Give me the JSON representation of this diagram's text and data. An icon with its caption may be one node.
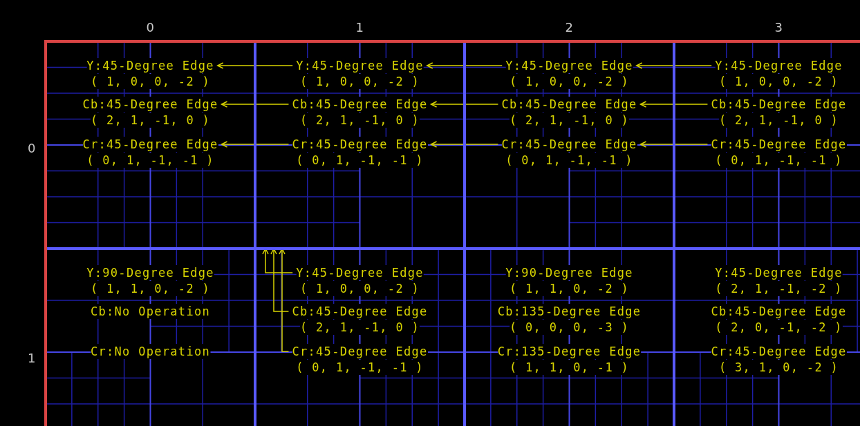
{
  "diagram": {
    "nodes": [
      {
        "text": [],
        "shape": "box"
      },
      {
        "text": [
          "Y:45-Degree Edge",
          "( 1, 0, 0, -2 )"
        ],
        "in": 0
      },
      {
        "text": [
          "Cb:45-Degree Edge",
          "( 2, 1, -1, 0 )"
        ],
        "in": 0
      },
      {
        "text": [
          "Cr:45-Degree Edge",
          "( 0, 1, -1, -1 )"
        ],
        "in": 0
      },
      {
        "text": [],
        "shape": "box"
      },
      {
        "text": [
          "Y:45-Degree Edge",
          "( 1, 0, 0, -2 )"
        ],
        "in": 4
      },
      {
        "text": [
          "Cb:45-Degree Edge",
          "( 2, 1, -1, 0 )"
        ],
        "in": 4
      },
      {
        "text": [
          "Cr:45-Degree Edge",
          "( 0, 1, -1, -1 )"
        ],
        "in": 4
      },
      {
        "text": [],
        "shape": "box"
      },
      {
        "text": [
          "Y:45-Degree Edge",
          "( 1, 0, 0, -2 )"
        ],
        "in": 8
      },
      {
        "text": [
          "Cb:45-Degree Edge",
          "( 2, 1, -1, 0 )"
        ],
        "in": 8
      },
      {
        "text": [
          "Cr:45-Degree Edge",
          "( 0, 1, -1, -1 )"
        ],
        "in": 8
      },
      {
        "text": [],
        "shape": "box"
      },
      {
        "text": [
          "Y:45-Degree Edge",
          "( 1, 0, 0, -2 )"
        ],
        "in": 12
      },
      {
        "text": [
          "Cb:45-Degree Edge",
          "( 2, 1, -1, 0 )"
        ],
        "in": 12
      },
      {
        "text": [
          "Cr:45-Degree Edge",
          "( 0, 1, -1, -1 )"
        ],
        "in": 12
      },
      {
        "text": [],
        "shape": "box"
      },
      {
        "text": [
          "Y:90-Degree Edge",
          "( 1, 1, 0, -2 )"
        ],
        "in": 16
      },
      {
        "text": [
          "Cb:No Operation"
        ],
        "in": 16
      },
      {
        "text": [
          "Cr:No Operation"
        ],
        "in": 16
      },
      {
        "text": [],
        "shape": "box"
      },
      {
        "text": [
          "Y:45-Degree Edge",
          "( 1, 0, 0, -2 )"
        ],
        "in": 20
      },
      {
        "text": [
          "Cb:45-Degree Edge",
          "( 2, 1, -1, 0 )"
        ],
        "in": 20
      },
      {
        "text": [
          "Cr:45-Degree Edge",
          "( 0, 1, -1, -1 )"
        ],
        "in": 20
      },
      {
        "text": [],
        "shape": "box"
      },
      {
        "text": [
          "Y:90-Degree Edge",
          "( 1, 1, 0, -2 )"
        ],
        "in": 24
      },
      {
        "text": [
          "Cb:135-Degree Edge",
          "( 0, 0, 0, -3 )"
        ],
        "in": 24
      },
      {
        "text": [
          "Cr:135-Degree Edge",
          "( 1, 1, 0, -1 )"
        ],
        "in": 24
      },
      {
        "text": [],
        "shape": "box"
      },
      {
        "text": [
          "Y:45-Degree Edge",
          "( 2, 1, -1, -2 )"
        ],
        "in": 28
      },
      {
        "text": [
          "Cb:45-Degree Edge",
          "( 2, 0, -1, -2 )"
        ],
        "in": 28
      },
      {
        "text": [
          "Cr:45-Degree Edge",
          "( 3, 1, 0, -2 )"
        ],
        "in": 28
      }
    ],
    "edges": [
      {
        "from": 5,
        "to": 1,
        "arrow": "to"
      },
      {
        "from": 9,
        "to": 5,
        "arrow": "to"
      },
      {
        "from": 13,
        "to": 9,
        "arrow": "to"
      },
      {
        "from": 6,
        "to": 2,
        "arrow": "to"
      },
      {
        "from": 10,
        "to": 6,
        "arrow": "to"
      },
      {
        "from": 14,
        "to": 10,
        "arrow": "to"
      },
      {
        "from": 7,
        "to": 3,
        "arrow": "to"
      },
      {
        "from": 11,
        "to": 7,
        "arrow": "to"
      },
      {
        "from": 15,
        "to": 11,
        "arrow": "to"
      },
      {
        "from": 21,
        "to": 4,
        "arrow": "to"
      },
      {
        "from": 22,
        "to": 4,
        "arrow": "to"
      },
      {
        "from": 23,
        "to": 4,
        "arrow": "to"
      }
    ],
    "labels": [
      "0",
      "1",
      "2",
      "3",
      "0",
      "1"
    ]
  }
}
